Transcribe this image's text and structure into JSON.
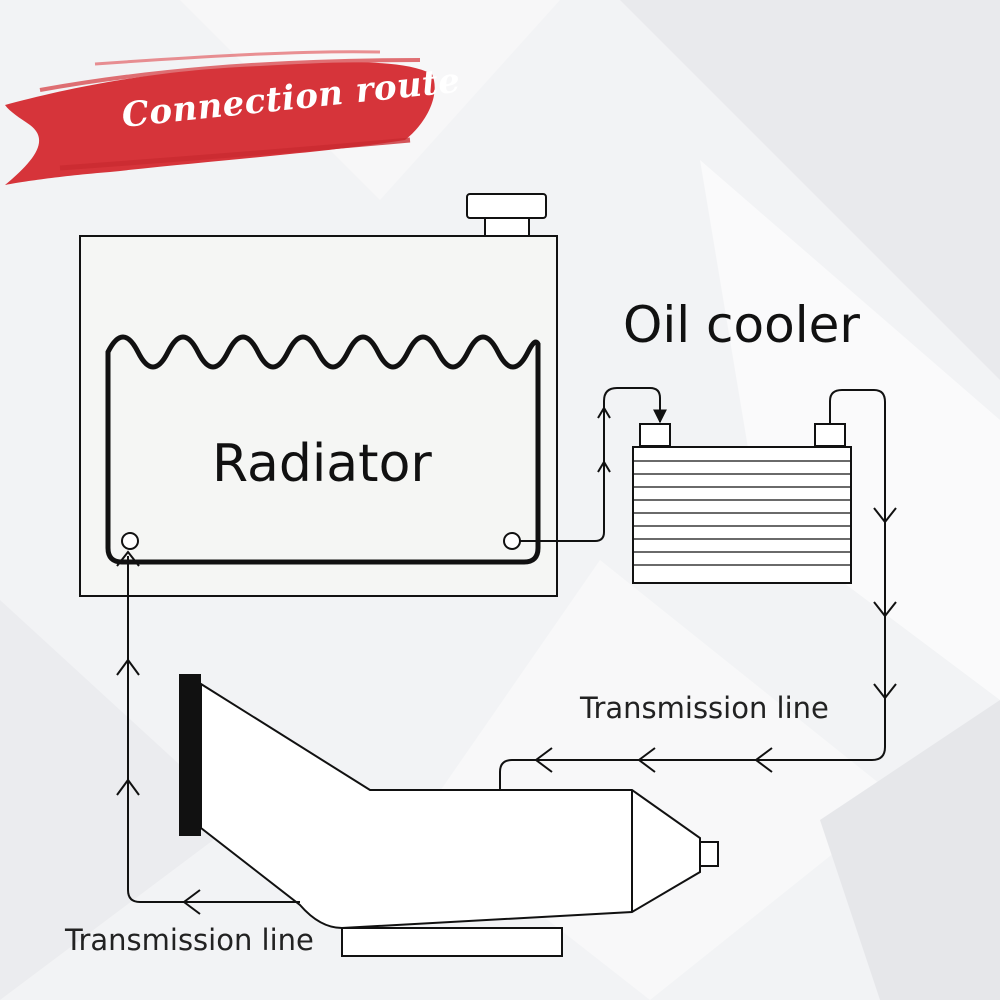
{
  "banner": {
    "text": "Connection route",
    "color": "#d6343a"
  },
  "labels": {
    "radiator": "Radiator",
    "oil_cooler": "Oil cooler",
    "transmission_line_right": "Transmission line",
    "transmission_line_left": "Transmission line"
  },
  "colors": {
    "line": "#111111",
    "panel": "#f5f6f4",
    "background": "#f3f4f6"
  }
}
